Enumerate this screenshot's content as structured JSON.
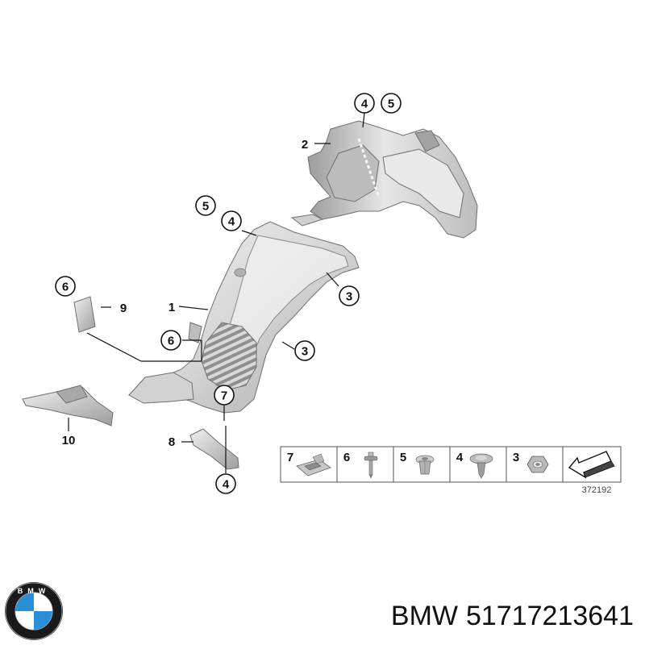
{
  "labels": {
    "c45_top_4": "4",
    "c45_top_5": "5",
    "n2": "2",
    "c54_5": "5",
    "c54_4": "4",
    "c6_top": "6",
    "n9": "9",
    "n1": "1",
    "c3_upper": "3",
    "c6_mid": "6",
    "c3_lower": "3",
    "c7": "7",
    "n10": "10",
    "n8": "8",
    "c4_bottom": "4"
  },
  "legend": {
    "items": [
      {
        "num": "7",
        "part": "clip-nut"
      },
      {
        "num": "6",
        "part": "screw-pin"
      },
      {
        "num": "5",
        "part": "expansion-rivet"
      },
      {
        "num": "4",
        "part": "push-clip"
      },
      {
        "num": "3",
        "part": "hex-nut"
      }
    ],
    "arrow": "direction-arrow",
    "code": "372192"
  },
  "footer": {
    "brand": "BMW",
    "part_number": "51717213641",
    "logo": "bmw-roundel-logo",
    "logo_letters": "BMW"
  },
  "colors": {
    "part_light": "#e4e4e4",
    "part_mid": "#c9c9c9",
    "part_dark": "#8d8d8d",
    "logo_blue": "#2b8fd6",
    "logo_ring": "#1a1a1a"
  }
}
